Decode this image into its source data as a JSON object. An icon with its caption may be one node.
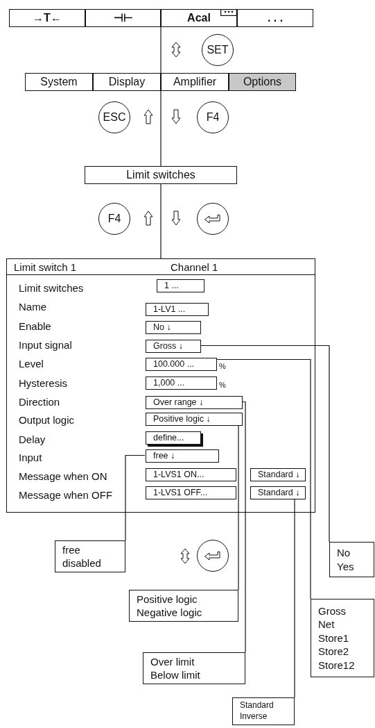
{
  "diagram": {
    "nodes": [
      {
        "text": [
          "→T←"
        ]
      },
      {
        "text": [
          "⊣⊢"
        ]
      },
      {
        "text": [
          "Acal"
        ]
      },
      {
        "text": [
          ". . ."
        ]
      },
      {
        "text": [
          "SET"
        ]
      },
      {
        "text": [
          "System"
        ]
      },
      {
        "text": [
          "Display"
        ]
      },
      {
        "text": [
          "Amplifier"
        ]
      },
      {
        "text": [
          "Options"
        ]
      },
      {
        "text": [
          "ESC"
        ]
      },
      {
        "text": [
          "F4"
        ]
      },
      {
        "text": [
          "Limit switches"
        ]
      },
      {
        "text": [
          "F4"
        ]
      },
      {
        "text": [],
        "shape": "circle"
      },
      {
        "text": [
          "Limit switch 1",
          "Channel 1",
          "Limit switches",
          "Name",
          "Enable",
          "Input signal",
          "Level",
          "Hysteresis",
          "Direction",
          "Output logic",
          "Delay",
          "Input",
          "Message when ON",
          "Message when OFF"
        ]
      },
      {
        "text": [
          "1 ..."
        ],
        "in": 14
      },
      {
        "text": [
          "1-LV1 ..."
        ],
        "in": 14
      },
      {
        "text": [
          "No ↓"
        ],
        "in": 14
      },
      {
        "text": [
          "Gross ↓"
        ],
        "in": 14
      },
      {
        "text": [
          "100.000 ..."
        ],
        "in": 14,
        "beside": [
          "%"
        ]
      },
      {
        "text": [
          "1,000 ..."
        ],
        "in": 14,
        "beside": [
          "%"
        ]
      },
      {
        "text": [
          "Over range ↓"
        ],
        "in": 14
      },
      {
        "text": [
          "Positive logic ↓"
        ],
        "in": 14
      },
      {
        "text": [
          "define..."
        ],
        "in": 14
      },
      {
        "text": [
          "free ↓"
        ],
        "in": 14
      },
      {
        "text": [
          "1-LVS1 ON..."
        ],
        "in": 14
      },
      {
        "text": [
          "Standard ↓"
        ],
        "in": 14
      },
      {
        "text": [
          "1-LVS1 OFF..."
        ],
        "in": 14
      },
      {
        "text": [
          "Standard ↓"
        ],
        "in": 14
      },
      {
        "text": [
          "free",
          "disabled"
        ]
      },
      {
        "text": [],
        "shape": "circle"
      },
      {
        "text": [
          "Positive logic",
          "Negative logic"
        ]
      },
      {
        "text": [
          "No",
          "Yes"
        ]
      },
      {
        "text": [
          "Gross",
          "Net",
          "Store1",
          "Store2",
          "Store12"
        ]
      },
      {
        "text": [
          "Over limit",
          "Below limit"
        ]
      },
      {
        "text": [
          "Standard",
          "Inverse"
        ]
      }
    ],
    "edges": [
      {
        "from": 2,
        "to": 7,
        "arrow": "none"
      },
      {
        "from": 7,
        "to": 11,
        "arrow": "none"
      },
      {
        "from": 11,
        "to": 14,
        "arrow": "none"
      },
      {
        "from": 18,
        "to": 32,
        "arrow": "none"
      },
      {
        "from": 19,
        "to": 33,
        "arrow": "none"
      },
      {
        "from": 21,
        "to": 34,
        "arrow": "none"
      },
      {
        "from": 22,
        "to": 31,
        "arrow": "none"
      },
      {
        "from": 24,
        "to": 29,
        "arrow": "none"
      },
      {
        "from": 28,
        "to": 35,
        "arrow": "none"
      }
    ]
  }
}
